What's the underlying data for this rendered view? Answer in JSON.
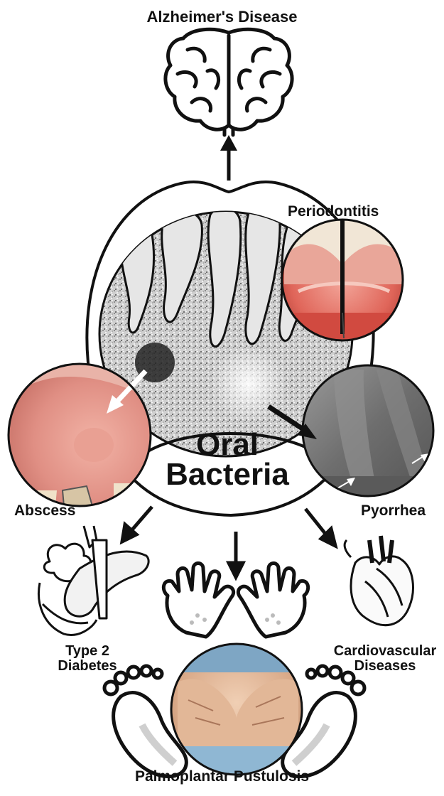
{
  "title": "Oral Bacteria",
  "center_label": {
    "line1": "Oral",
    "line2": "Bacteria"
  },
  "nodes": {
    "alzheimers": "Alzheimer's Disease",
    "periodontitis": "Periodontitis",
    "abscess": "Abscess",
    "pyorrhea": "Pyorrhea",
    "diabetes": {
      "line1": "Type 2",
      "line2": "Diabetes"
    },
    "cardio": {
      "line1": "Cardiovascular",
      "line2": "Diseases"
    },
    "palmoplantar": "Palmoplantar Pustulosis"
  },
  "colors": {
    "ink": "#111111",
    "gum": "#e8857a",
    "skin": "#e7c3a6",
    "xray": "#7a7a7a",
    "drape": "#8fb7d3"
  },
  "icons": [
    "brain-icon",
    "pancreas-icon",
    "heart-icon",
    "hand-icon",
    "foot-icon",
    "arrow-icon"
  ]
}
